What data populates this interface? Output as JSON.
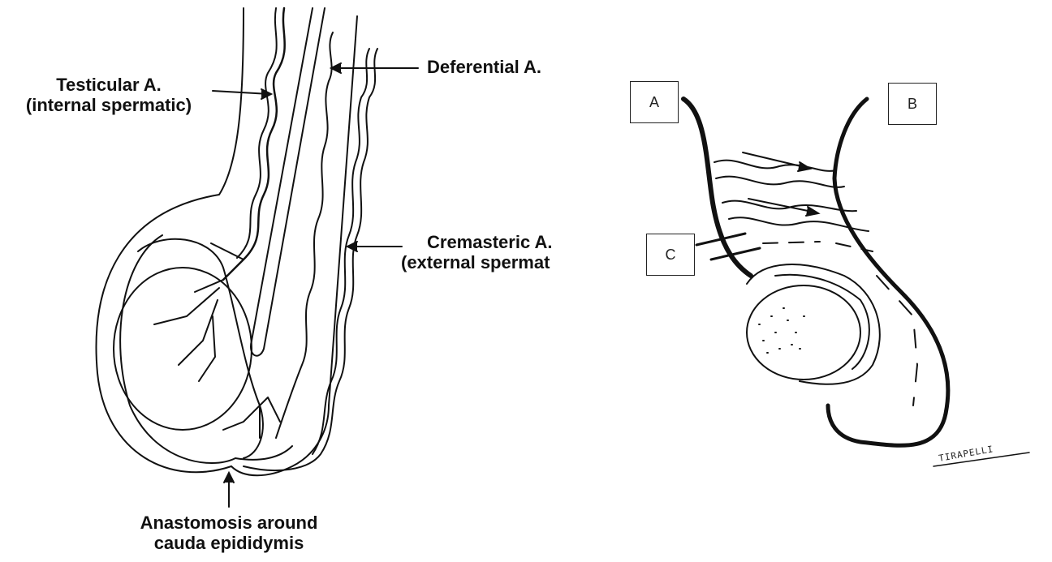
{
  "left_figure": {
    "labels": {
      "testicular_line1": "Testicular A.",
      "testicular_line2": "(internal spermatic)",
      "deferential": "Deferential A.",
      "cremasteric_line1": "Cremasteric A.",
      "cremasteric_line2": "(external spermat",
      "anastomosis_line1": "Anastomosis around",
      "anastomosis_line2": "cauda epididymis"
    }
  },
  "right_figure": {
    "boxes": {
      "a": "A",
      "b": "B",
      "c": "C"
    },
    "signature": "TIRAPELLI"
  },
  "colors": {
    "ink": "#111111",
    "background": "#ffffff"
  }
}
